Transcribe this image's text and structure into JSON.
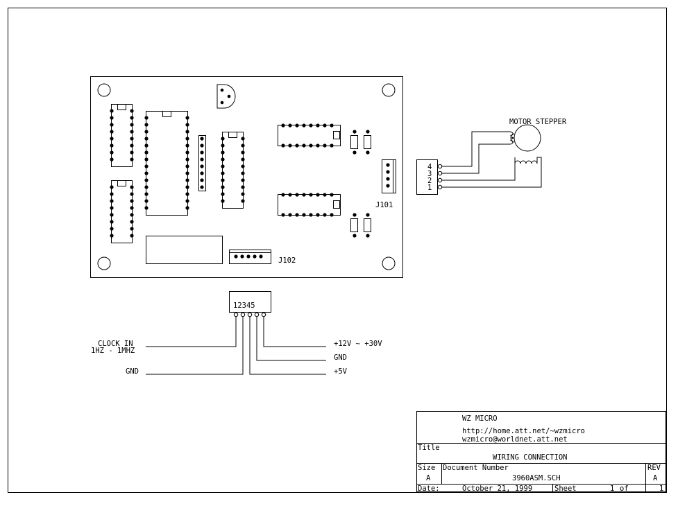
{
  "board": {
    "j101": "J101",
    "j102": "J102"
  },
  "motor": {
    "label": "MOTOR STEPPER",
    "pins": [
      "4",
      "3",
      "2",
      "1"
    ]
  },
  "connector": {
    "pins": "12345"
  },
  "wiring": {
    "clock_label": "CLOCK IN",
    "clock_range": "1HZ - 1MHZ",
    "gnd_left": "GND",
    "vmotor": "+12V ~ +30V",
    "gnd_right": "GND",
    "vlogic": "+5V"
  },
  "title_block": {
    "company": "WZ MICRO",
    "url": "http://home.att.net/~wzmicro",
    "email": "wzmicro@worldnet.att.net",
    "title_label": "Title",
    "title": "WIRING CONNECTION",
    "size_label": "Size",
    "size": "A",
    "doc_label": "Document Number",
    "doc_number": "3960ASM.SCH",
    "rev_label": "REV",
    "rev": "A",
    "date_label": "Date:",
    "date": "October 21, 1999",
    "sheet_label": "Sheet",
    "sheet": "1",
    "of_label": "of",
    "sheet_total": "1"
  }
}
